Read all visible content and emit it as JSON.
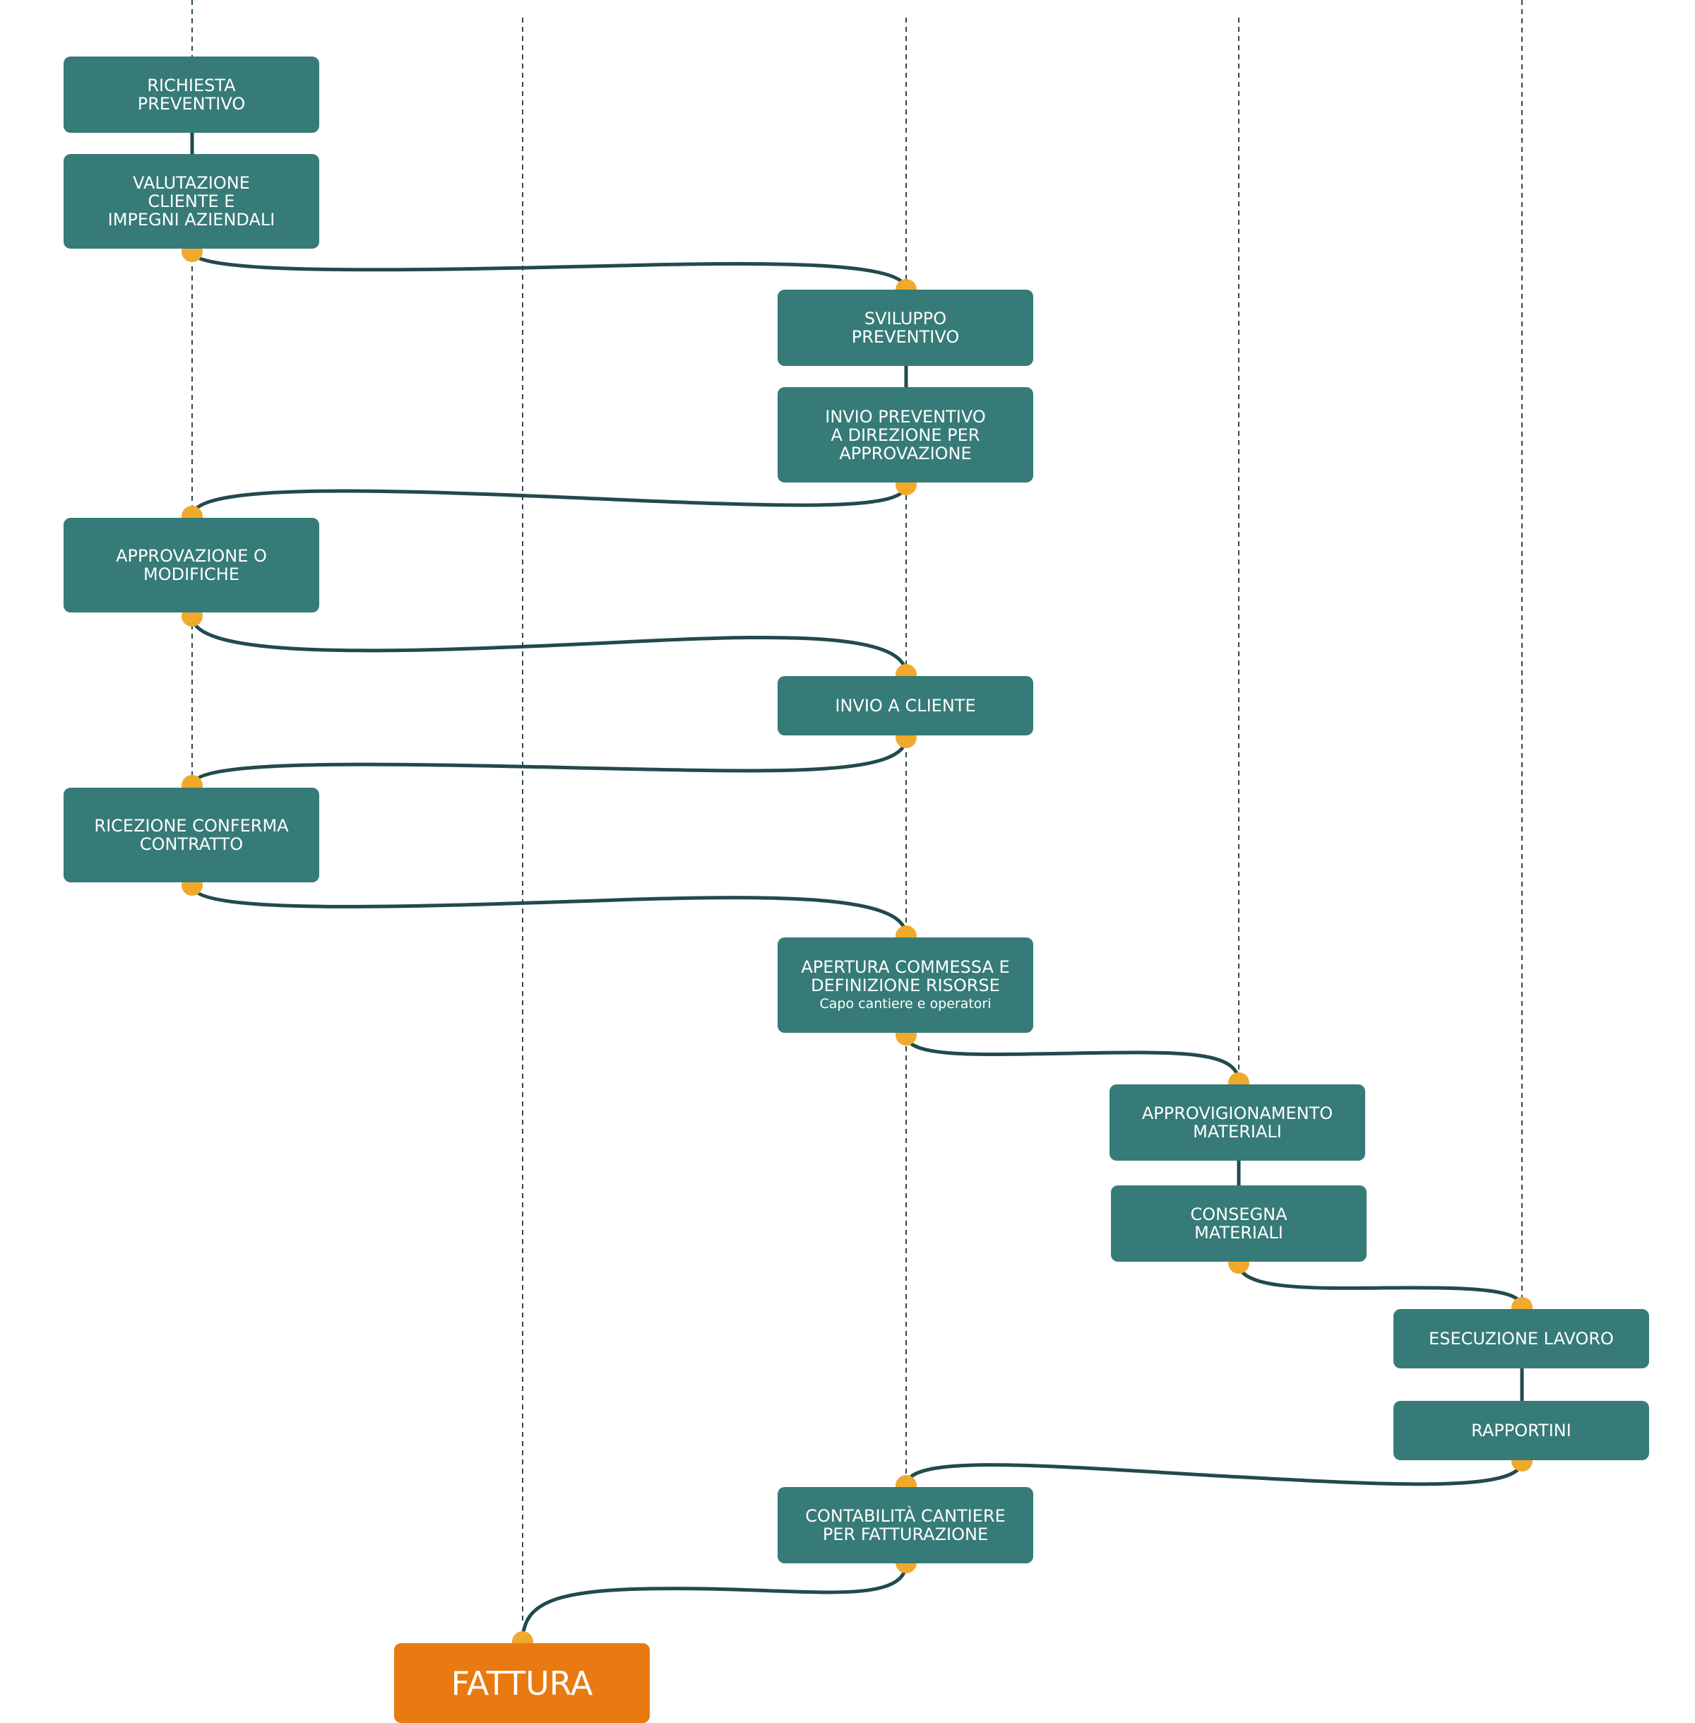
{
  "diagram": {
    "nodes": {
      "richiesta_preventivo": "RICHIESTA\nPREVENTIVO",
      "valutazione_cliente": "VALUTAZIONE\nCLIENTE E\nIMPEGNI AZIENDALI",
      "sviluppo_preventivo": "SVILUPPO\nPREVENTIVO",
      "invio_preventivo": "INVIO PREVENTIVO\nA DIREZIONE PER\nAPPROVAZIONE",
      "approvazione_modifiche": "APPROVAZIONE O\nMODIFICHE",
      "invio_cliente": "INVIO A CLIENTE",
      "ricezione_conferma": "RICEZIONE CONFERMA\nCONTRATTO",
      "apertura_commessa": "APERTURA COMMESSA  E\nDEFINIZIONE RISORSE",
      "apertura_commessa_sub": "Capo cantiere e operatori",
      "approvvigionamento": "APPROVIGIONAMENTO\nMATERIALI",
      "consegna_materiali": "CONSEGNA\nMATERIALI",
      "esecuzione_lavoro": "ESECUZIONE LAVORO",
      "rapportini": "RAPPORTINI",
      "contabilita_cantiere": "CONTABILITÀ CANTIERE\nPER FATTURAZIONE",
      "fattura": "FATTURA"
    }
  },
  "colors": {
    "node_fill": "#367b78",
    "final_fill": "#e87a11",
    "connector": "#234a4d",
    "dot": "#efaa2c",
    "lane_line": "#2f4a4c"
  }
}
